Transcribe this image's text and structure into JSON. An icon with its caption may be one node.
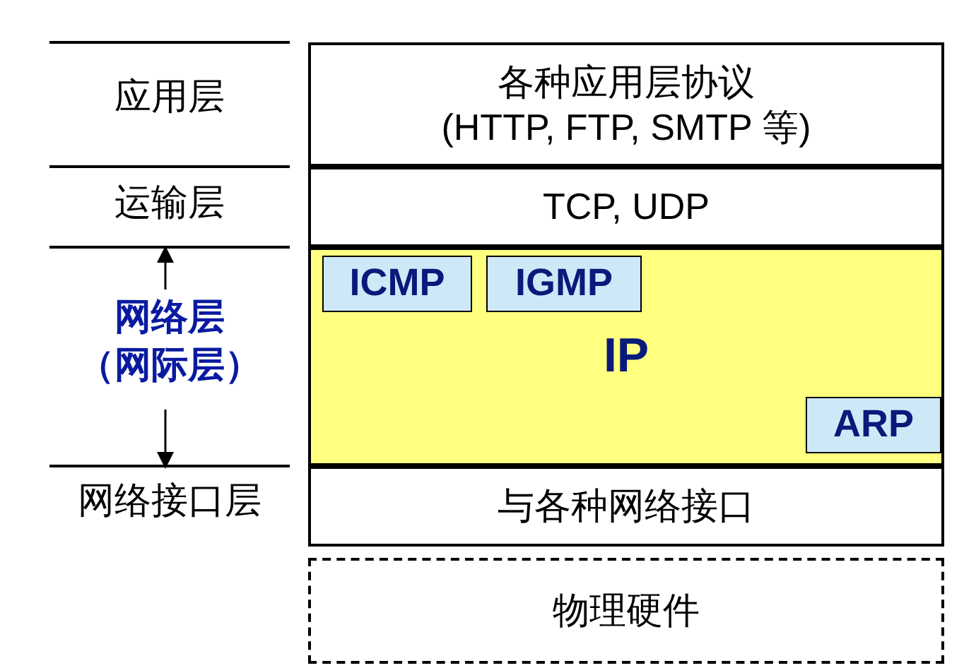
{
  "diagram": {
    "nodes": [
      {
        "text": [
          "各种应用层协议 (HTTP, FTP, SMTP 等)"
        ]
      },
      {
        "text": [
          "TCP, UDP"
        ]
      },
      {
        "text": [
          "IP"
        ]
      },
      {
        "text": [
          "ICMP"
        ],
        "in": 2
      },
      {
        "text": [
          "IGMP"
        ],
        "in": 2
      },
      {
        "text": [
          "ARP"
        ],
        "in": 2
      },
      {
        "text": [
          "与各种网络接口"
        ]
      },
      {
        "text": [
          "物理硬件"
        ]
      }
    ],
    "labels": [
      "应用层",
      "运输层",
      "网络层（网际层）",
      "网络接口层"
    ]
  }
}
